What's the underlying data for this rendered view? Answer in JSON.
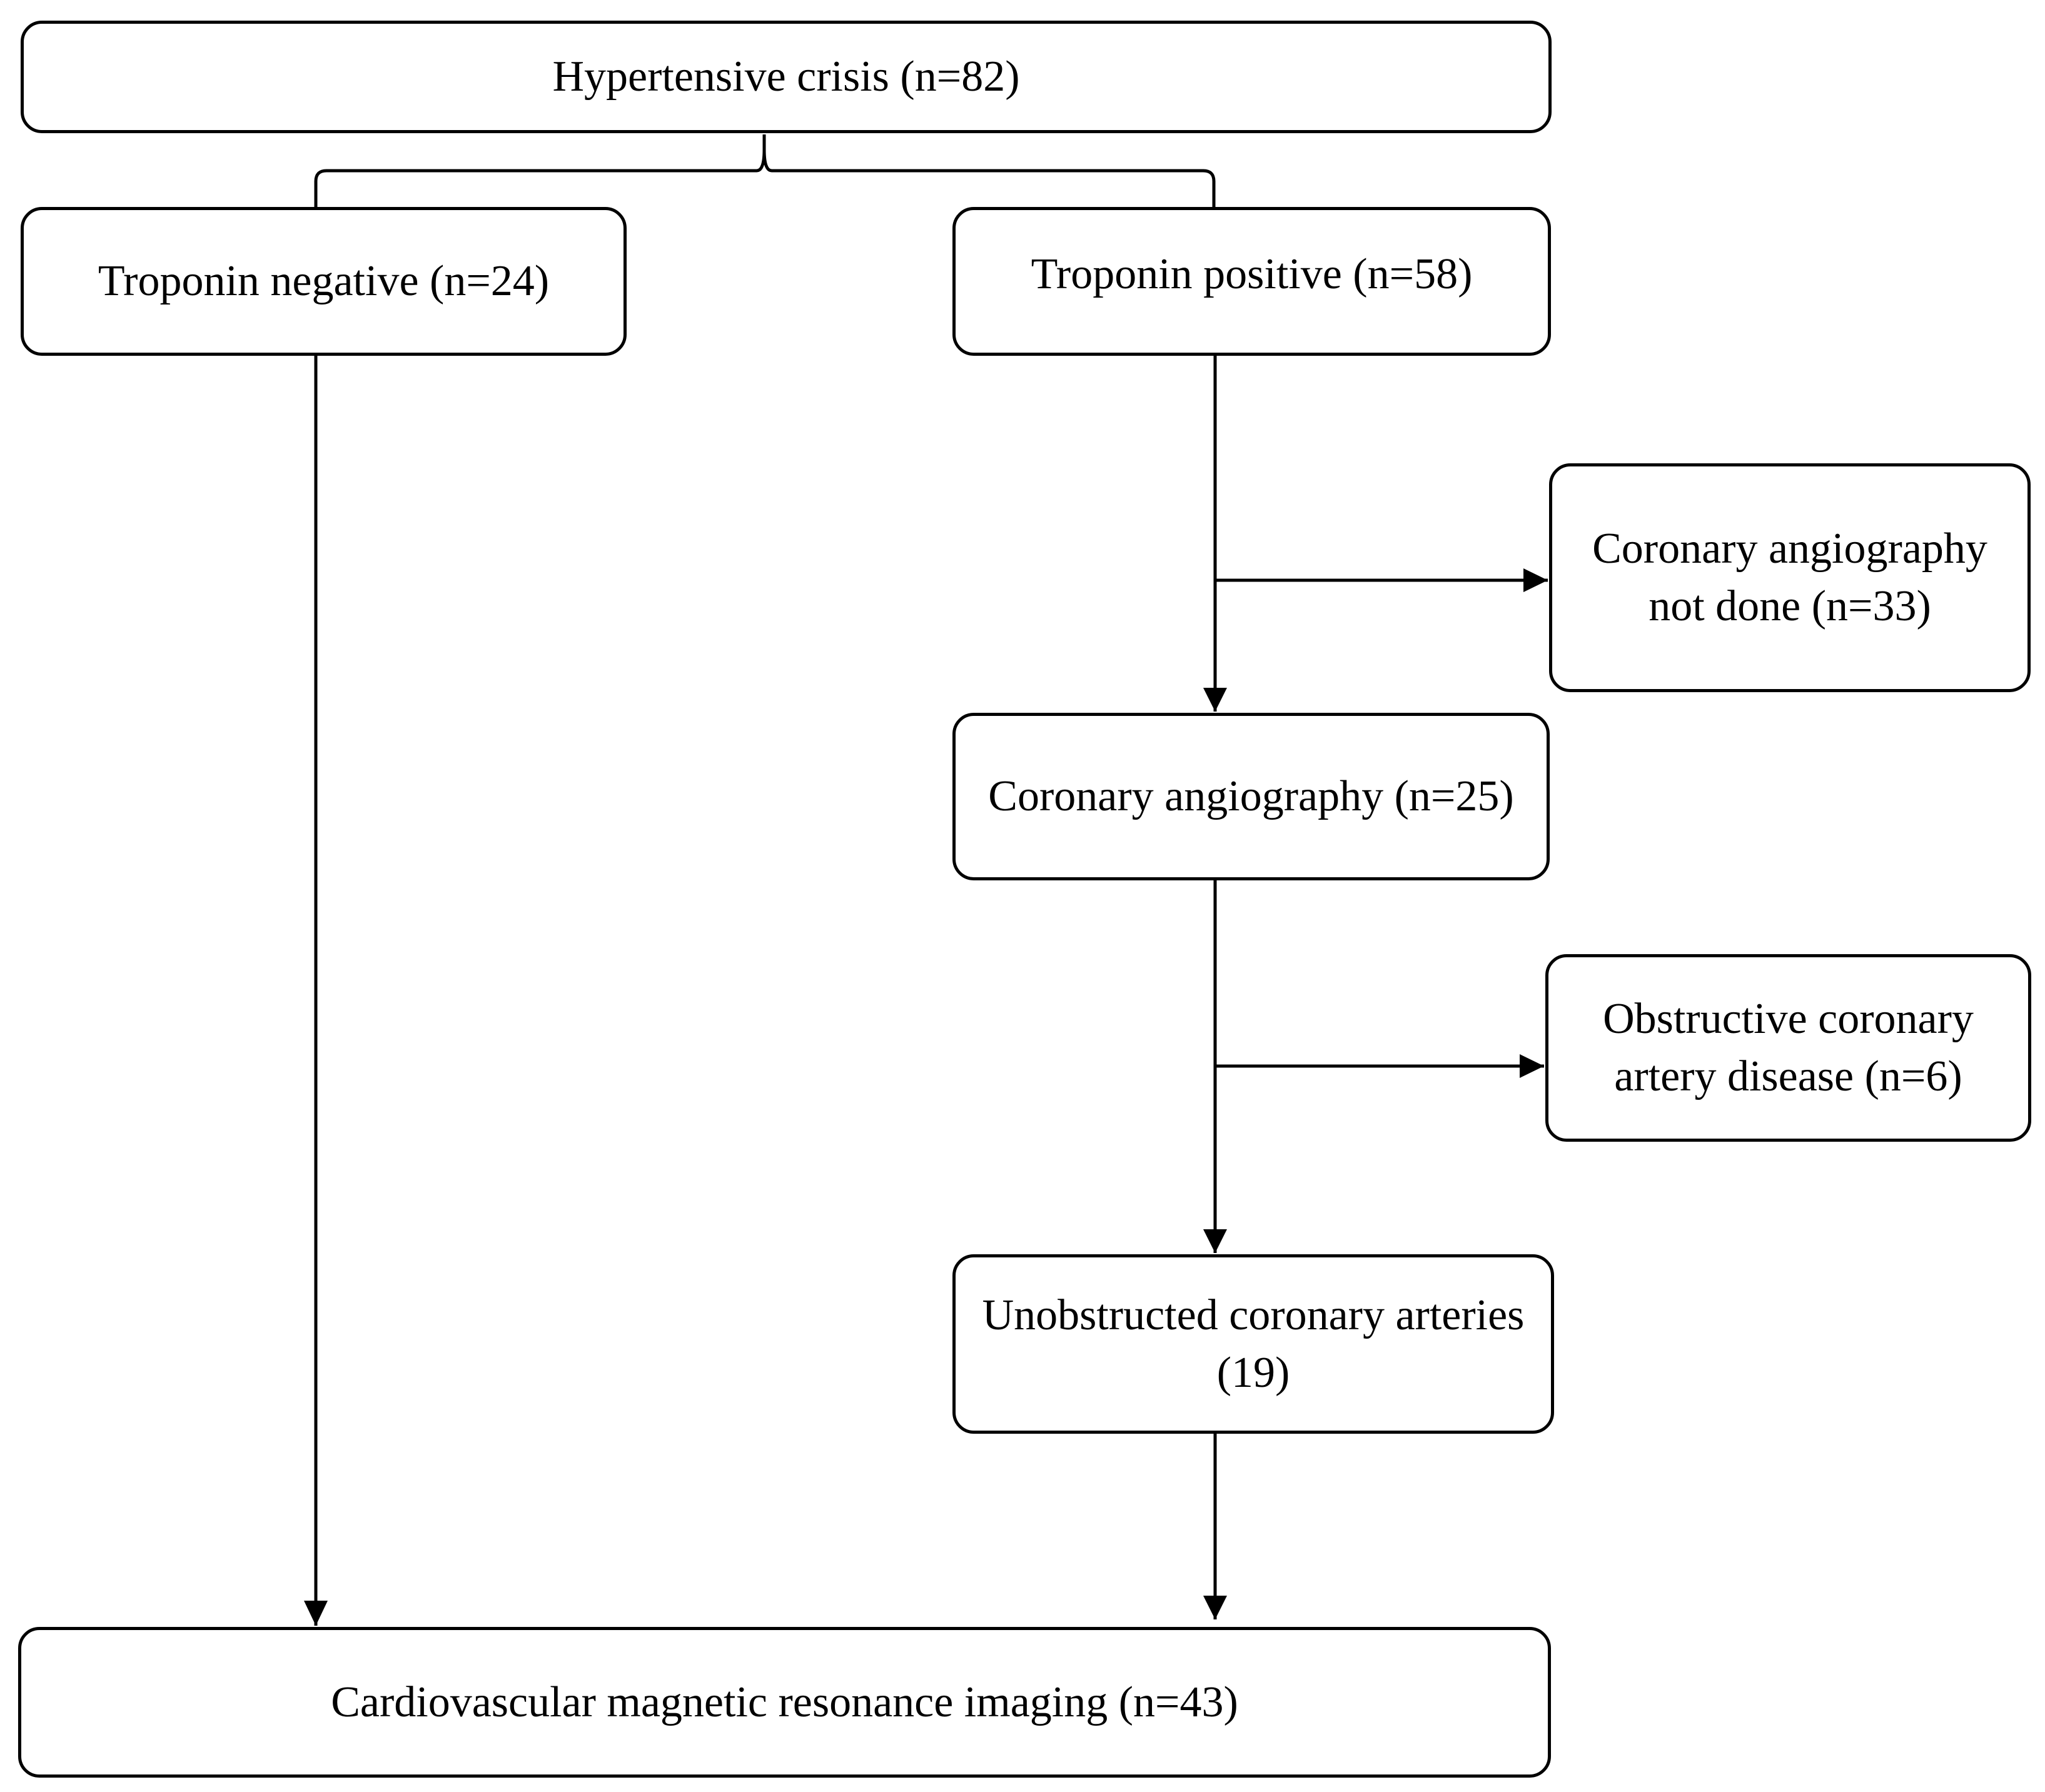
{
  "diagram": {
    "type": "flowchart",
    "nodes": {
      "root": {
        "label": "Hypertensive crisis (n=82)"
      },
      "neg": {
        "label": "Troponin negative (n=24)"
      },
      "pos": {
        "label": "Troponin positive (n=58)"
      },
      "notdone": {
        "label": "Coronary angiography not done (n=33)"
      },
      "angio": {
        "label": "Coronary angiography (n=25)"
      },
      "obs": {
        "label": "Obstructive coronary artery disease (n=6)"
      },
      "unobs": {
        "label": "Unobstructed coronary arteries (19)"
      },
      "cmr": {
        "label": "Cardiovascular magnetic resonance imaging (n=43)"
      }
    },
    "edges": [
      {
        "from": "root",
        "to": "neg"
      },
      {
        "from": "root",
        "to": "pos"
      },
      {
        "from": "pos",
        "to": "notdone"
      },
      {
        "from": "pos",
        "to": "angio"
      },
      {
        "from": "angio",
        "to": "obs"
      },
      {
        "from": "angio",
        "to": "unobs"
      },
      {
        "from": "neg",
        "to": "cmr"
      },
      {
        "from": "unobs",
        "to": "cmr"
      }
    ]
  }
}
